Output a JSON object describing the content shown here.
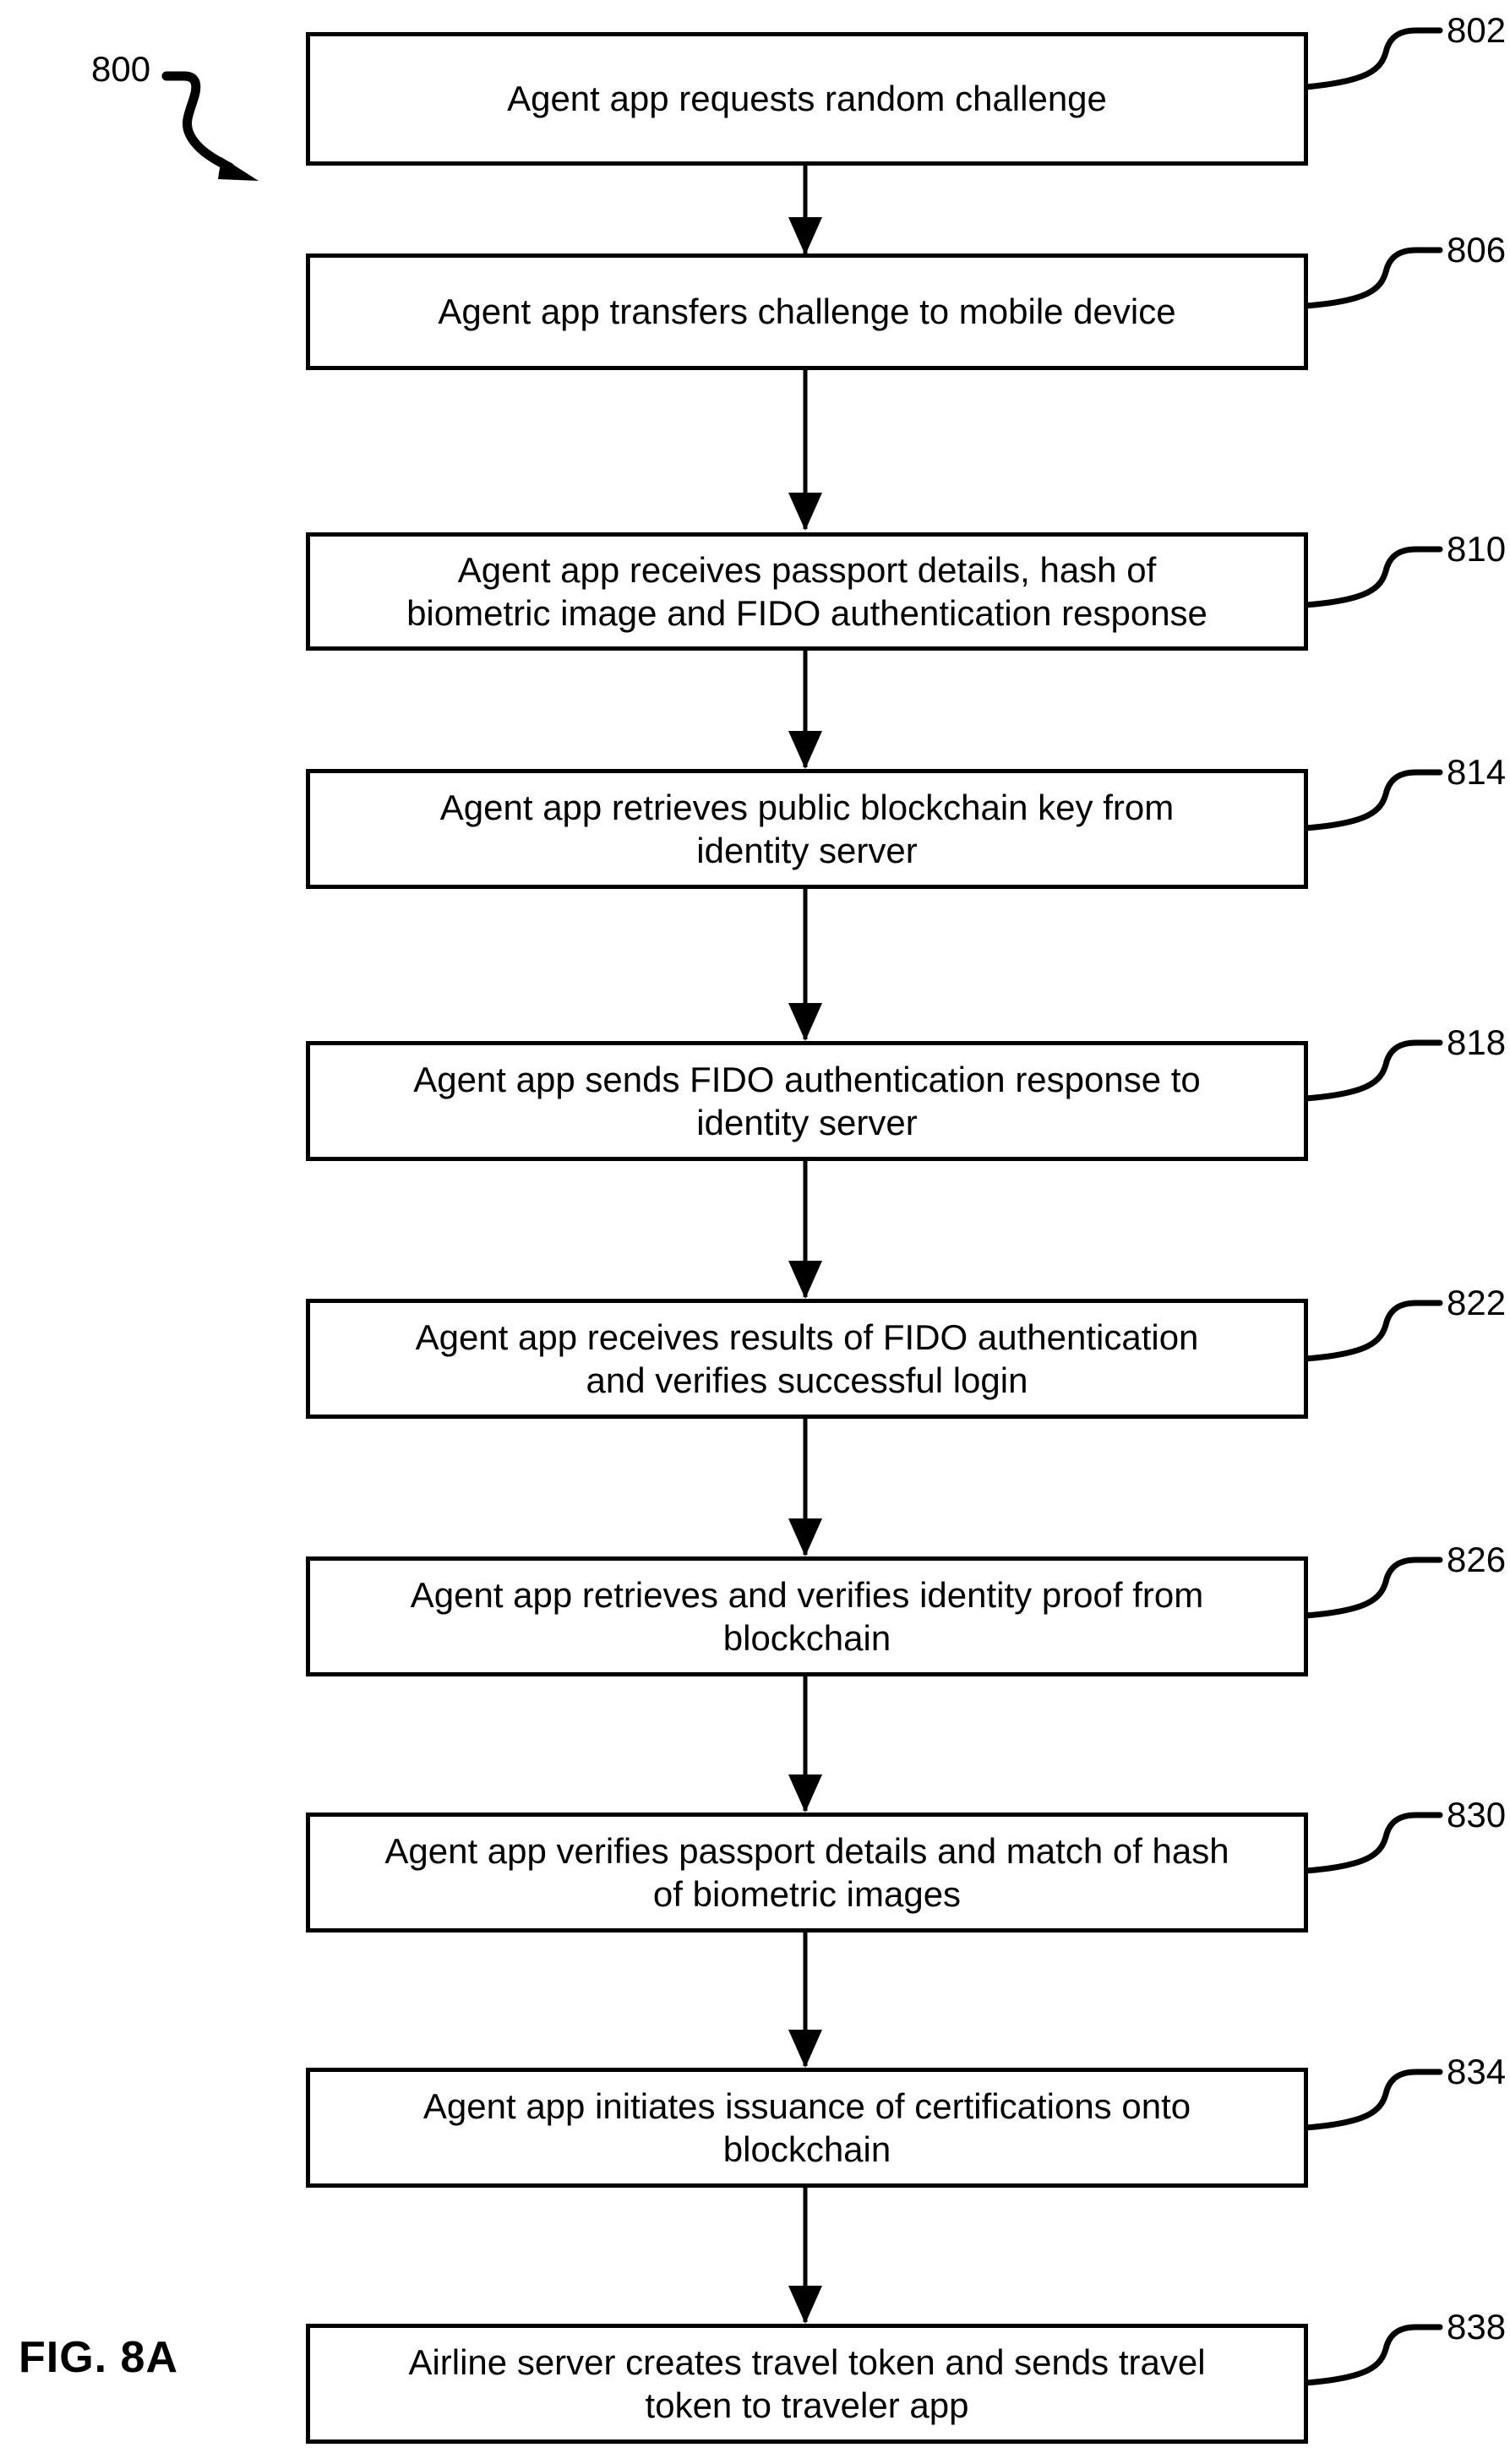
{
  "figure": {
    "caption": "FIG. 8A",
    "diagram_reference": "800",
    "type": "flowchart",
    "orientation": "vertical"
  },
  "steps": [
    {
      "ref": "802",
      "text": "Agent app requests random challenge"
    },
    {
      "ref": "806",
      "text": "Agent app transfers challenge to mobile device"
    },
    {
      "ref": "810",
      "text": "Agent app receives passport details, hash of\nbiometric image and FIDO authentication response"
    },
    {
      "ref": "814",
      "text": "Agent app retrieves public blockchain key from\nidentity server"
    },
    {
      "ref": "818",
      "text": "Agent app sends FIDO authentication response to\nidentity server"
    },
    {
      "ref": "822",
      "text": "Agent app receives results of FIDO authentication\nand verifies successful login"
    },
    {
      "ref": "826",
      "text": "Agent app retrieves and verifies identity proof from\nblockchain"
    },
    {
      "ref": "830",
      "text": "Agent app verifies passport details and match of hash\nof biometric images"
    },
    {
      "ref": "834",
      "text": "Agent app initiates issuance of certifications onto\nblockchain"
    },
    {
      "ref": "838",
      "text": "Airline server creates travel token and sends travel\ntoken to traveler app"
    }
  ],
  "colors": {
    "stroke": "#000000",
    "fill": "#ffffff",
    "text": "#000000"
  }
}
